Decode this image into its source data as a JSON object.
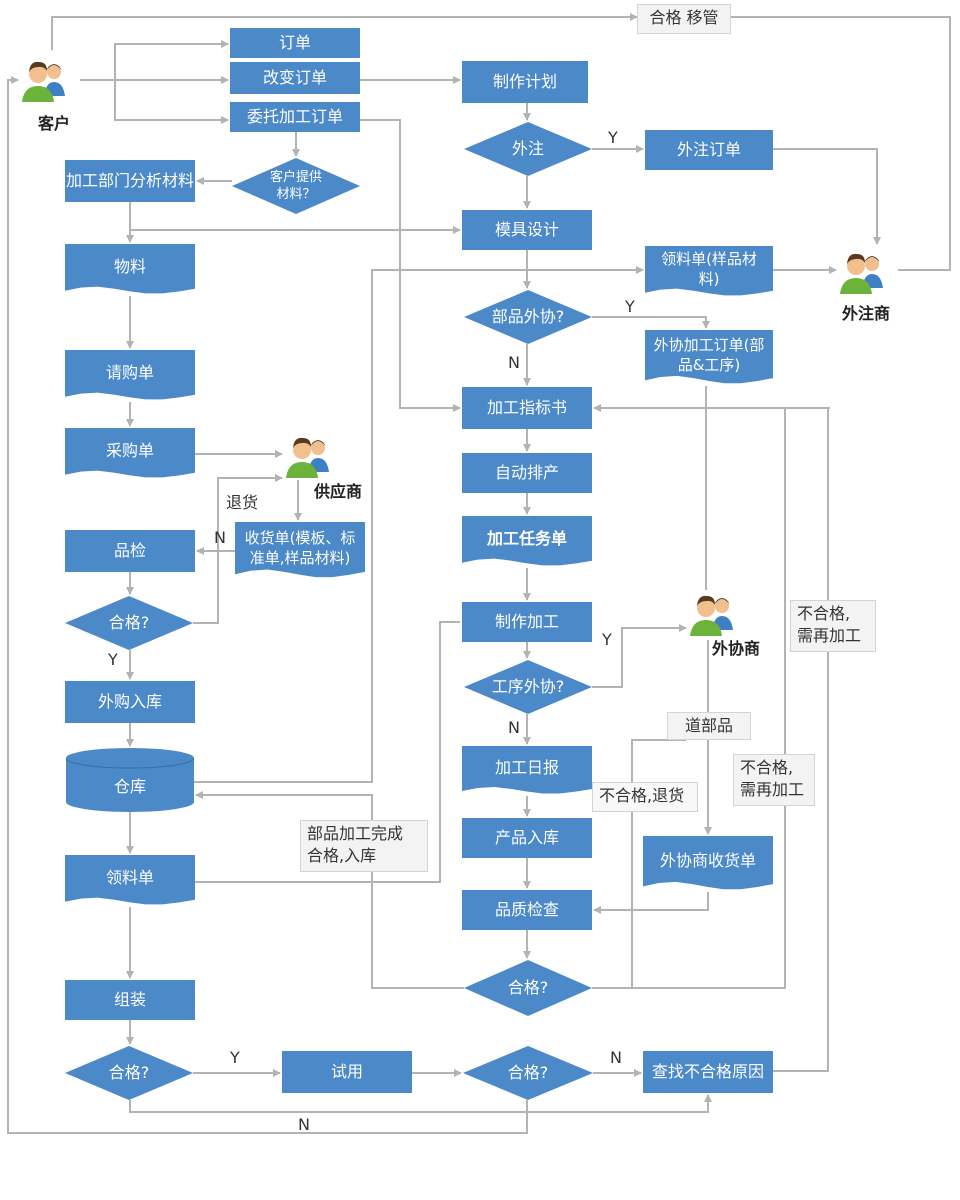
{
  "actors": {
    "customer": "客户",
    "subcontractor_mold": "外注商",
    "supplier": "供应商",
    "outsourcer": "外协商"
  },
  "nodes": {
    "order": "订单",
    "change_order": "改变订单",
    "commission_order": "委托加工订单",
    "customer_material_q": "客户提供材料？",
    "dept_analysis": "加工部门分析材料",
    "material": "物料",
    "purchase_request": "请购单",
    "purchase_order": "采购单",
    "receipt_note": "收货单(模板、标准单,样品材料)",
    "inspection": "品检",
    "qualified_q1": "合格?",
    "warehouse_in": "外购入库",
    "warehouse": "仓库",
    "pick_list": "领料单",
    "assembly": "组装",
    "qualified_q2": "合格?",
    "trial": "试用",
    "qualified_q3": "合格?",
    "find_cause": "查找不合格原因",
    "make_plan": "制作计划",
    "outsource_q": "外注",
    "outsource_order": "外注订单",
    "mold_design": "模具设计",
    "pick_list_sample": "领料单(样品材料)",
    "part_outsource_q": "部品外协?",
    "outsource_process_order": "外协加工订单(部品&工序)",
    "process_spec": "加工指标书",
    "auto_schedule": "自动排产",
    "process_task": "加工任务单",
    "make_process": "制作加工",
    "process_outsource_q": "工序外协?",
    "daily_report": "加工日报",
    "product_in": "产品入库",
    "quality_check": "品质检查",
    "qualified_q4": "合格?",
    "outsourcer_receipt": "外协商收货单"
  },
  "labels": {
    "y1": "Y",
    "y2": "Y",
    "y3": "Y",
    "y4": "Y",
    "y5": "Y",
    "n1": "N",
    "n2": "N",
    "n3": "N",
    "n4": "N",
    "n5": "N",
    "return_goods": "退货"
  },
  "notes": {
    "qualified_transfer": "合格  移管",
    "unqualified_reprocess_1": "不合格,\n需再加工",
    "unqualified_reprocess_2": "不合格,\n需再加工",
    "road_parts": "道部品",
    "unqualified_return": "不合格,退货",
    "parts_done": "部品加工完成\n合格,入库"
  },
  "colors": {
    "node_fill": "#4b89c9",
    "connector": "#b3b3b3",
    "note_bg": "#f3f3f3",
    "actor_skin": "#f2c08f",
    "actor_shirt": "#6bb33b",
    "actor_hair": "#5a3a1e",
    "actor_blue": "#3f7fc4"
  }
}
